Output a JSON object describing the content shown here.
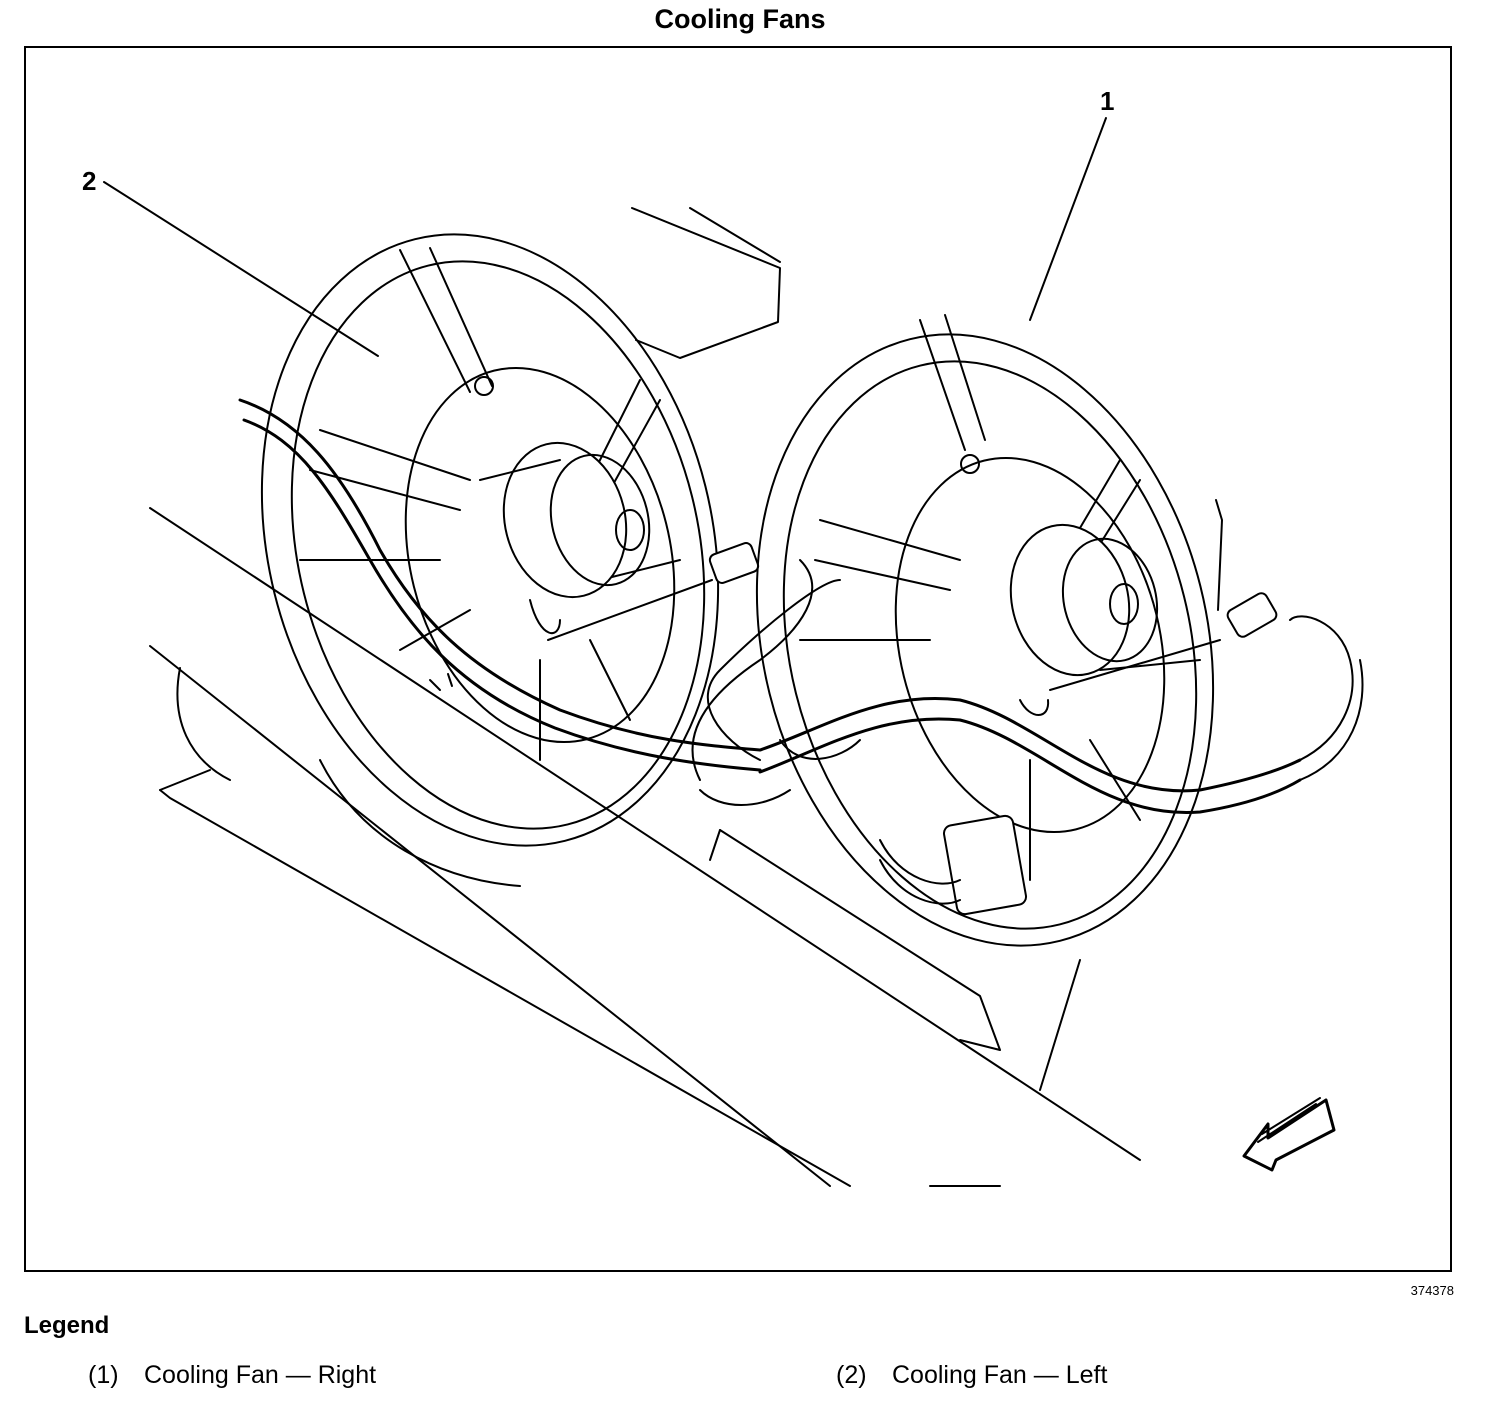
{
  "title": "Cooling Fans",
  "figure_id": "374378",
  "callouts": {
    "one": "1",
    "two": "2"
  },
  "legend": {
    "title": "Legend",
    "items": [
      {
        "num": "(1)",
        "label": "Cooling Fan — Right"
      },
      {
        "num": "(2)",
        "label": "Cooling Fan — Left"
      }
    ]
  }
}
